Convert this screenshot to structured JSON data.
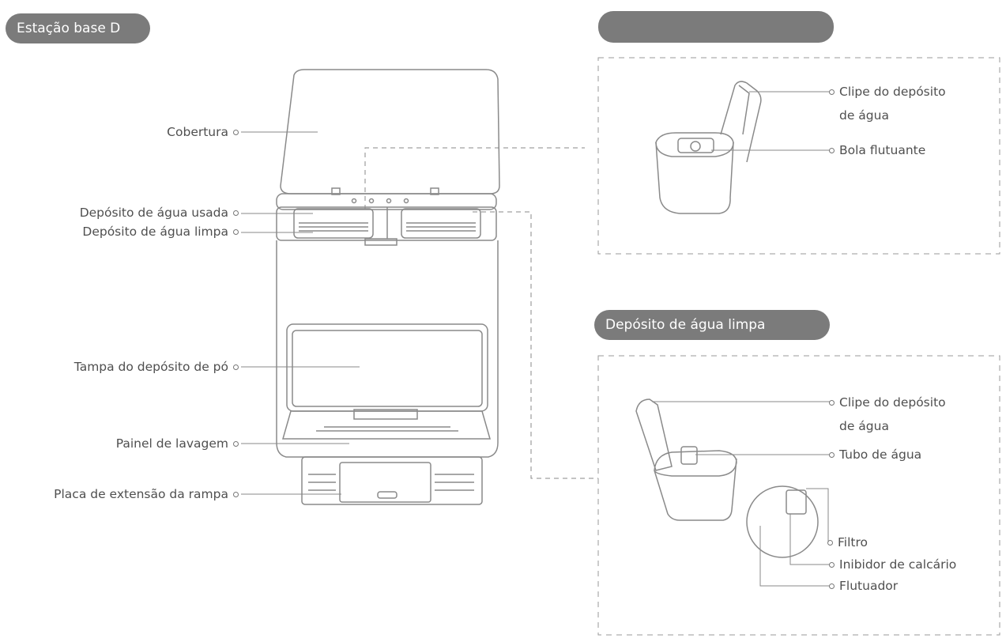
{
  "section_titles": {
    "base": "Estação base D",
    "dirty_tank": "",
    "clean_tank": "Depósito de água limpa"
  },
  "base_labels": {
    "cover": "Cobertura",
    "dirty_tank": "Depósito de água usada",
    "clean_tank": "Depósito de água limpa",
    "dust_lid": "Tampa do depósito de pó",
    "wash_board": "Painel de lavagem",
    "ramp": "Placa de extensão da rampa"
  },
  "dirty_tank_labels": {
    "clip_line1": "Clipe do depósito",
    "clip_line2": "de água",
    "float_ball": "Bola flutuante"
  },
  "clean_tank_labels": {
    "clip_line1": "Clipe do depósito",
    "clip_line2": "de água",
    "water_tube": "Tubo de água",
    "filter": "Filtro",
    "scale_inhibitor": "Inibidor de calcário",
    "floater": "Flutuador"
  },
  "colors": {
    "pill": "#7b7b7b",
    "line": "#8a8a8a",
    "text": "#4f4f4f"
  }
}
